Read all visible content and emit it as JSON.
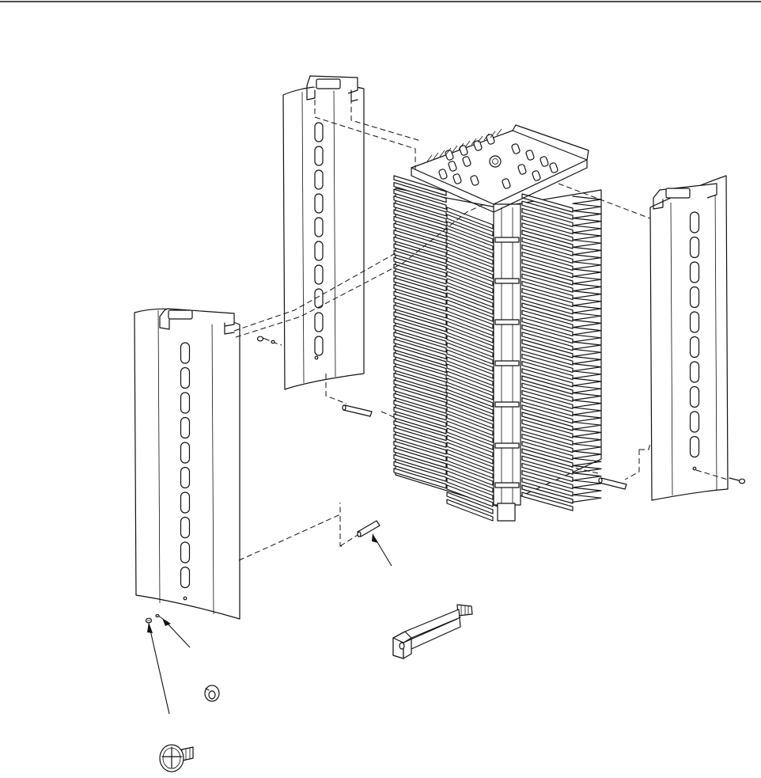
{
  "figure": {
    "parts": [
      {
        "id": "left-front-cover",
        "icon": "slotted-cover-panel"
      },
      {
        "id": "rear-cover",
        "icon": "slotted-cover-panel"
      },
      {
        "id": "right-cover",
        "icon": "slotted-cover-panel"
      },
      {
        "id": "fin-block-assembly",
        "icon": "finned-connector-block"
      },
      {
        "id": "standoff",
        "icon": "hex-standoff"
      },
      {
        "id": "lock-washer",
        "icon": "split-lock-washer"
      },
      {
        "id": "screw",
        "icon": "pan-head-phillips-screw"
      }
    ],
    "colors": {
      "line": "#111111",
      "background": "#ffffff"
    }
  }
}
